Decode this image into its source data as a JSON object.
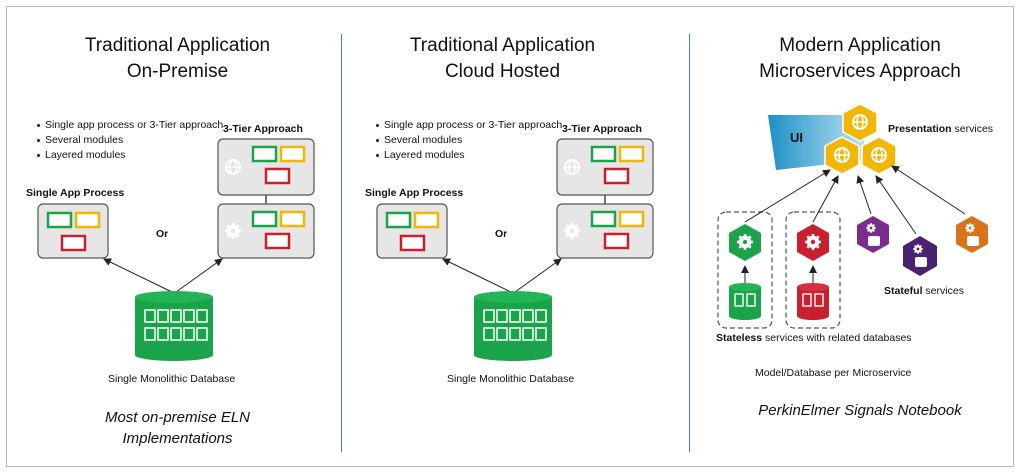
{
  "panels": [
    {
      "title_line1": "Traditional Application",
      "title_line2": "On-Premise",
      "bullets": [
        "Single app process or 3-Tier approach",
        "Several modules",
        "Layered modules"
      ],
      "single_label": "Single App Process",
      "tier_label": "3-Tier Approach",
      "or_label": "Or",
      "db_label": "Single Monolithic Database",
      "caption_line1": "Most on-premise ELN",
      "caption_line2": "Implementations"
    },
    {
      "title_line1": "Traditional Application",
      "title_line2": "Cloud Hosted",
      "bullets": [
        "Single app process or 3-Tier approach",
        "Several modules",
        "Layered modules"
      ],
      "single_label": "Single App Process",
      "tier_label": "3-Tier Approach",
      "or_label": "Or",
      "db_label": "Single Monolithic Database"
    },
    {
      "title_line1": "Modern Application",
      "title_line2": "Microservices Approach",
      "ui_label": "UI",
      "presentation_bold": "Presentation",
      "presentation_rest": " services",
      "stateful_bold": "Stateful",
      "stateful_rest": " services",
      "stateless_bold": "Stateless",
      "stateless_rest": " services with related databases",
      "model_label": "Model/Database per Microservice",
      "caption": "PerkinElmer Signals Notebook"
    }
  ],
  "colors": {
    "divider": "#4a7ec0",
    "module_green": "#1aa34a",
    "module_yellow": "#f2b705",
    "module_red": "#c8202f",
    "hex_yellow": "#f2b705",
    "hex_green": "#1aa34a",
    "hex_red": "#c8202f",
    "hex_purple": "#7b2d8e",
    "hex_darkpurple": "#4b2270",
    "hex_orange": "#d9731a",
    "ui_blue": "#29a3d6"
  },
  "icons": [
    "globe-icon",
    "gear-icon",
    "database-icon",
    "arrow-icon"
  ]
}
